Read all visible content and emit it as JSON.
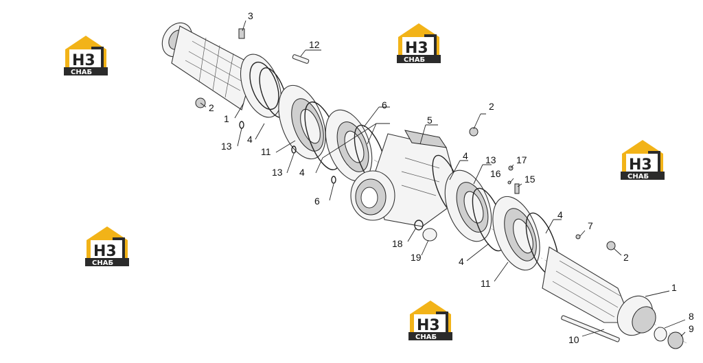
{
  "colors": {
    "logo_yellow": "#f2b318",
    "logo_dark": "#2b2b2b",
    "line": "#222222"
  },
  "watermark": {
    "badge_text": "H3",
    "word_text": "СНАБ"
  },
  "callouts": [
    "3",
    "12",
    "2",
    "1",
    "13",
    "4",
    "6",
    "11",
    "13",
    "4",
    "5",
    "2",
    "4",
    "6",
    "13",
    "17",
    "16",
    "15",
    "4",
    "7",
    "18",
    "19",
    "4",
    "2",
    "11",
    "1",
    "8",
    "9",
    "10"
  ]
}
